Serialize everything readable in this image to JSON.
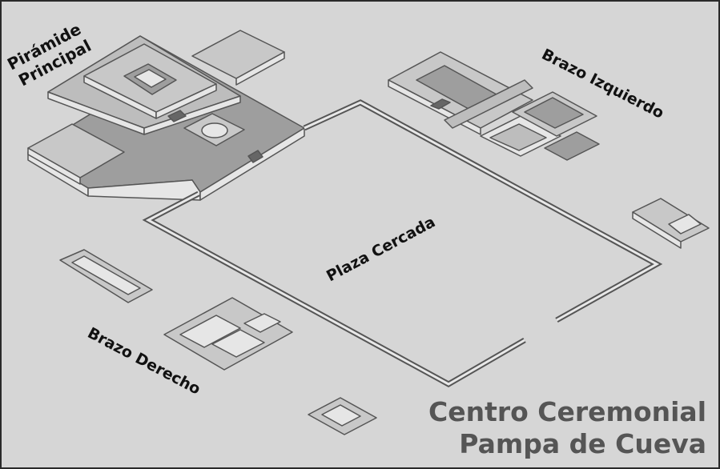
{
  "labels": {
    "piramide_line1": "Pirámide",
    "piramide_line2": "Principal",
    "brazo_izquierdo": "Brazo Izquierdo",
    "plaza_cercada": "Plaza Cercada",
    "brazo_derecho": "Brazo Derecho"
  },
  "title": {
    "line1": "Centro Ceremonial",
    "line2": "Pampa de Cueva"
  },
  "colors": {
    "background": "#d6d6d6",
    "border": "#2a2a2a",
    "top_face": "#c8c8c8",
    "dark_face": "#9e9e9e",
    "side_face": "#e6e6e6",
    "title_text": "#555555"
  }
}
